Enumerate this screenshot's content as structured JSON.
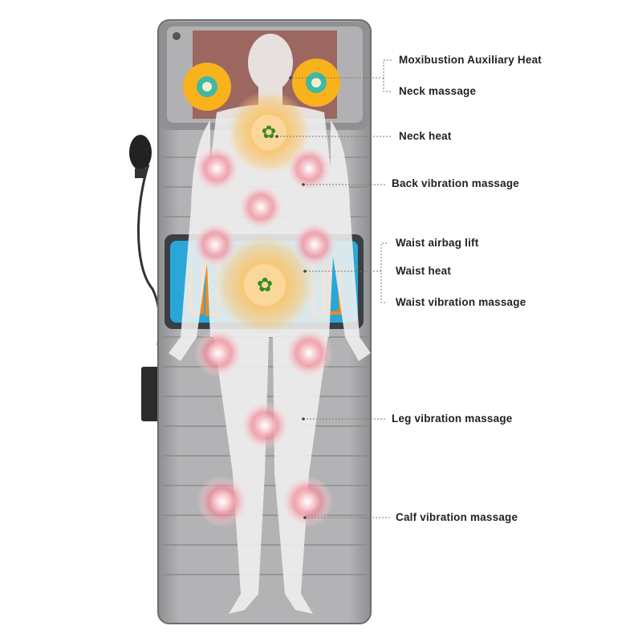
{
  "labels": {
    "moxibustion": "Moxibustion Auxiliary Heat",
    "neck_massage": "Neck massage",
    "neck_heat": "Neck heat",
    "back_vibration": "Back vibration massage",
    "waist_airbag": "Waist airbag lift",
    "waist_heat": "Waist heat",
    "waist_vibration": "Waist vibration massage",
    "leg_vibration": "Leg vibration massage",
    "calf_vibration": "Calf vibration massage"
  },
  "colors": {
    "mat": "#a9a9ab",
    "pillow": "#8e8e90",
    "heat": "#f5a623",
    "vibration": "#e23a4e",
    "waist_pad": "#2aa7d8"
  }
}
